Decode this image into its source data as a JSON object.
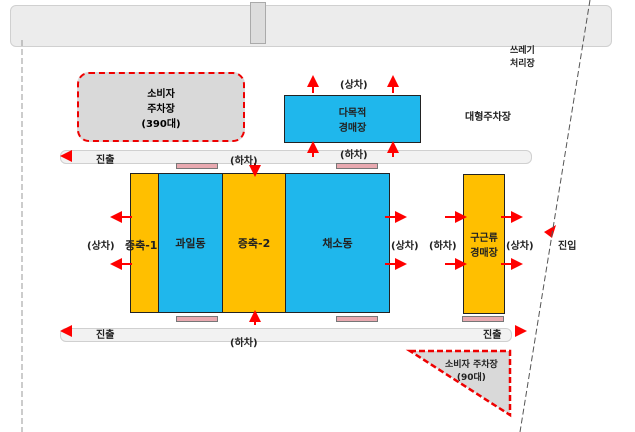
{
  "labels": {
    "consumer_parking_large": "소비자\n주차장\n(390대)",
    "multipurpose": "다목적\n경매장",
    "large_parking": "대형주차장",
    "waste": "쓰레기\n처리장",
    "exit": "진출",
    "entry": "진입",
    "unload": "(하차)",
    "load": "(상차)",
    "ext1": "증축-1",
    "fruit": "과일동",
    "ext2": "증축-2",
    "vegetable": "채소동",
    "bulb": "구근류\n경매장",
    "consumer_parking_small": "소비자 주차장\n(90대)"
  },
  "colors": {
    "extension": "#ffbf00",
    "existing": "#1fb7ec",
    "arrow": "#ff0000",
    "parking": "#d9d9d9"
  }
}
